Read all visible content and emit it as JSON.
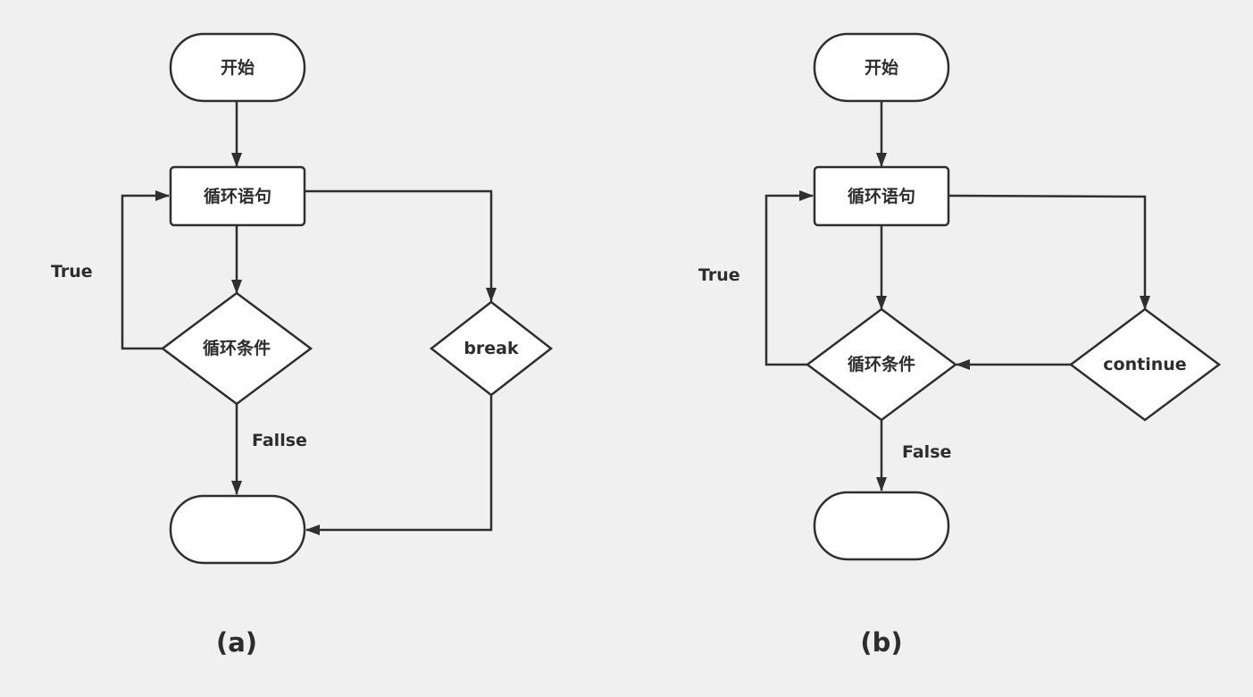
{
  "colors": {
    "background": "#f0f0f0",
    "node_fill": "#ffffff",
    "stroke": "#2f2f2f",
    "text": "#2d2d2d"
  },
  "diagram_a": {
    "caption": "(a)",
    "start_label": "开始",
    "loop_statement_label": "循环语句",
    "loop_condition_label": "循环条件",
    "break_label": "break",
    "end_label": "",
    "true_label": "True",
    "false_label": "Fallse"
  },
  "diagram_b": {
    "caption": "(b)",
    "start_label": "开始",
    "loop_statement_label": "循环语句",
    "loop_condition_label": "循环条件",
    "continue_label": "continue",
    "end_label": "",
    "true_label": "True",
    "false_label": "False"
  }
}
